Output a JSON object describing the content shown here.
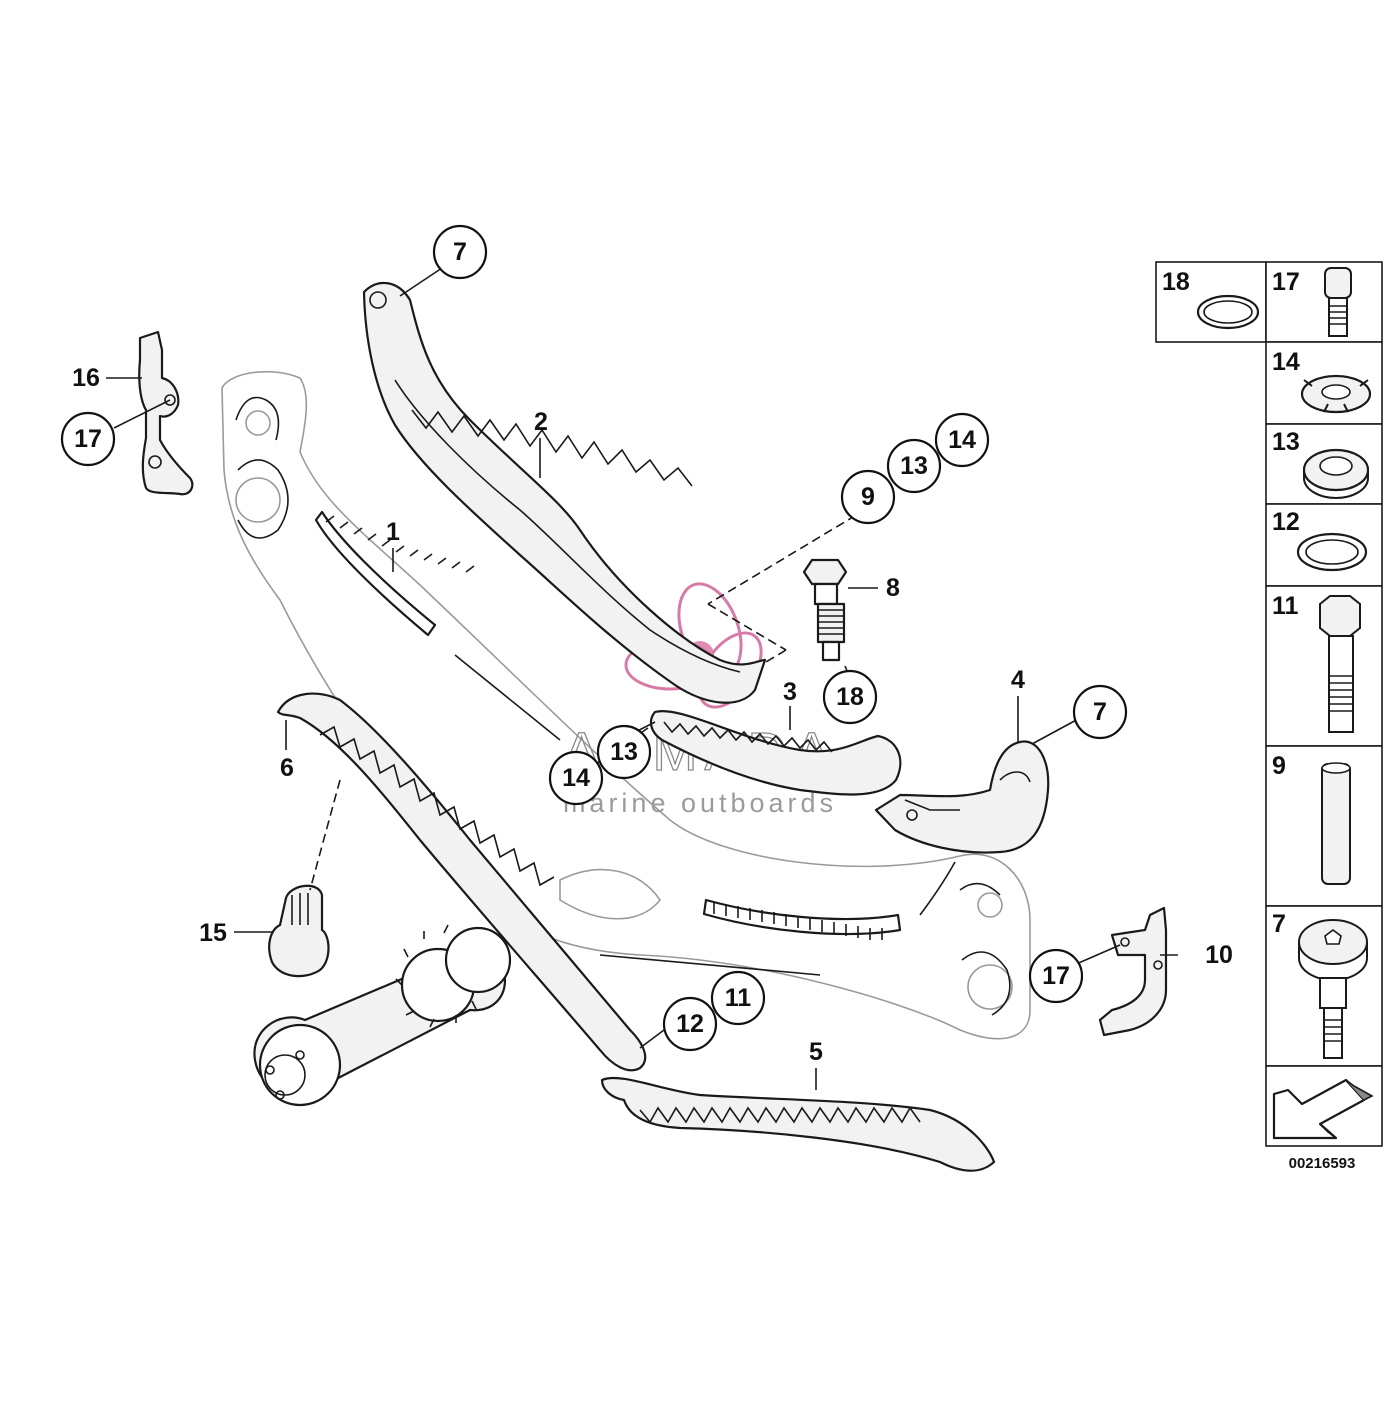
{
  "diagram": {
    "reference_number": "00216593",
    "watermark": {
      "brand": "ARMADA",
      "tagline": "marine outboards",
      "accent_color": "#d77aa6"
    },
    "callouts": [
      {
        "id": "c7-top",
        "label": "7"
      },
      {
        "id": "c9",
        "label": "9"
      },
      {
        "id": "c13-top",
        "label": "13"
      },
      {
        "id": "c14-top",
        "label": "14"
      },
      {
        "id": "c18",
        "label": "18"
      },
      {
        "id": "c7-right",
        "label": "7"
      },
      {
        "id": "c13-mid",
        "label": "13"
      },
      {
        "id": "c14-mid",
        "label": "14"
      },
      {
        "id": "c17-left",
        "label": "17"
      },
      {
        "id": "c17-right",
        "label": "17"
      },
      {
        "id": "c12",
        "label": "12"
      },
      {
        "id": "c11",
        "label": "11"
      }
    ],
    "labels": [
      {
        "id": "l16",
        "label": "16"
      },
      {
        "id": "l2",
        "label": "2"
      },
      {
        "id": "l1",
        "label": "1"
      },
      {
        "id": "l8",
        "label": "8"
      },
      {
        "id": "l3",
        "label": "3"
      },
      {
        "id": "l4",
        "label": "4"
      },
      {
        "id": "l6",
        "label": "6"
      },
      {
        "id": "l15",
        "label": "15"
      },
      {
        "id": "l10",
        "label": "10"
      },
      {
        "id": "l5",
        "label": "5"
      }
    ],
    "legend": [
      "18",
      "17",
      "14",
      "13",
      "12",
      "11",
      "9",
      "7"
    ]
  }
}
